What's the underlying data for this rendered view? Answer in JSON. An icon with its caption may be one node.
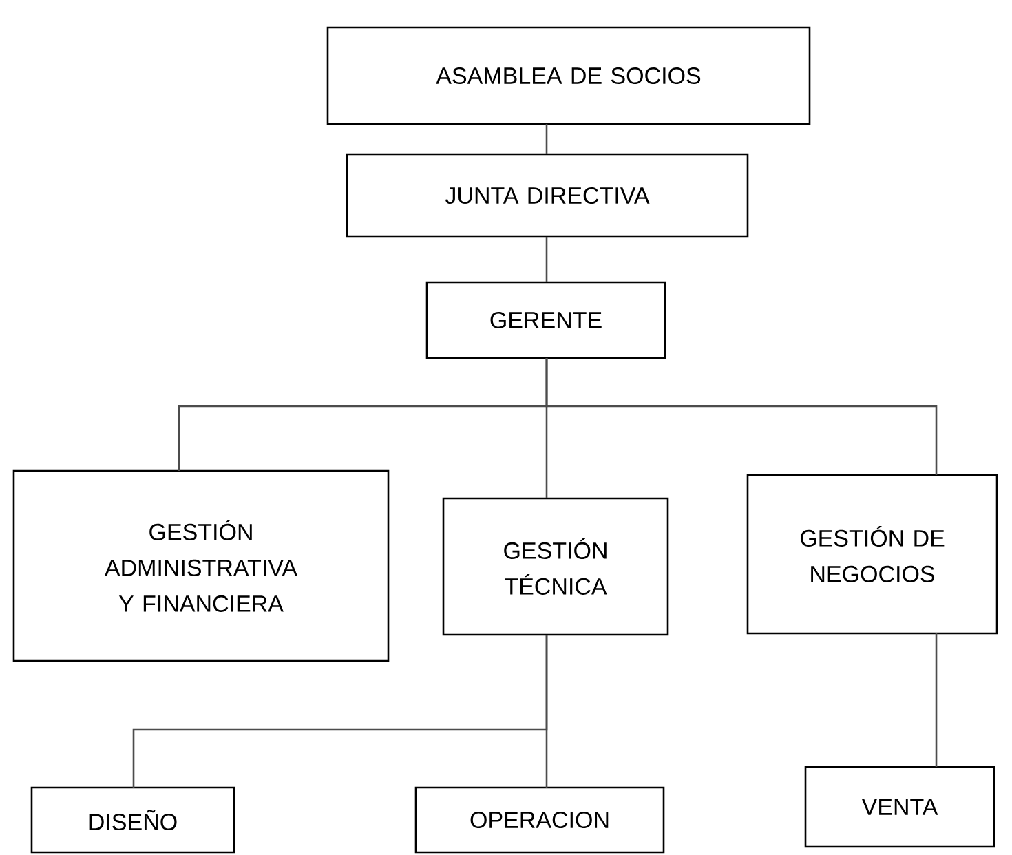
{
  "diagram": {
    "nodes": [
      {
        "text": [
          "ASAMBLEA DE SOCIOS"
        ]
      },
      {
        "text": [
          "JUNTA DIRECTIVA"
        ]
      },
      {
        "text": [
          "GERENTE"
        ]
      },
      {
        "text": [
          "GESTIÓN ADMINISTRATIVA Y FINANCIERA"
        ]
      },
      {
        "text": [
          "GESTIÓN TÉCNICA"
        ]
      },
      {
        "text": [
          "GESTIÓN DE NEGOCIOS"
        ]
      },
      {
        "text": [
          "DISEÑO"
        ]
      },
      {
        "text": [
          "OPERACION"
        ]
      },
      {
        "text": [
          "VENTA"
        ]
      }
    ],
    "edges": [
      {
        "from": 0,
        "to": 1,
        "arrow": "none"
      },
      {
        "from": 1,
        "to": 2,
        "arrow": "none"
      },
      {
        "from": 2,
        "to": 3,
        "arrow": "none"
      },
      {
        "from": 2,
        "to": 4,
        "arrow": "none"
      },
      {
        "from": 2,
        "to": 5,
        "arrow": "none"
      },
      {
        "from": 4,
        "to": 6,
        "arrow": "none"
      },
      {
        "from": 4,
        "to": 7,
        "arrow": "none"
      },
      {
        "from": 5,
        "to": 8,
        "arrow": "none"
      }
    ]
  }
}
